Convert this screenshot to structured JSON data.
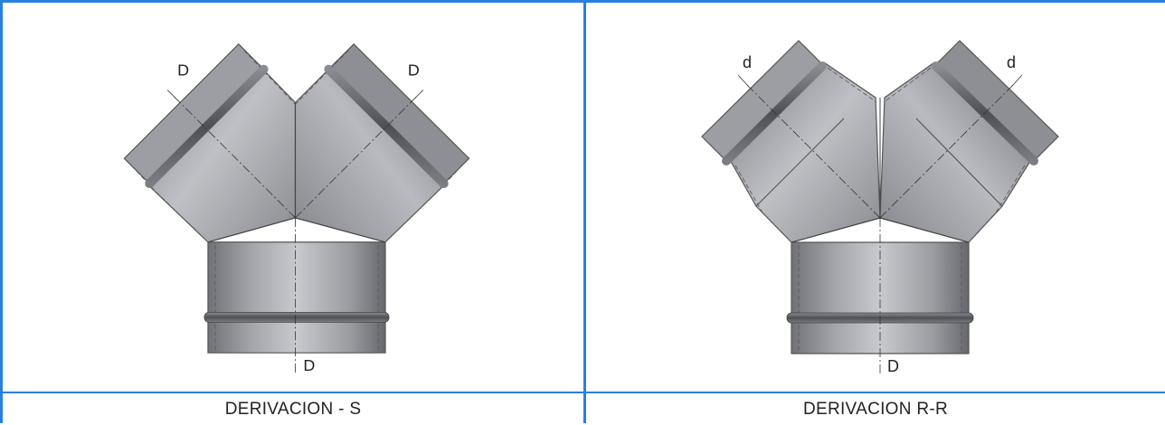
{
  "panels": [
    {
      "caption": "DERIVACION - S",
      "labels": {
        "top_left": "D",
        "top_right": "D",
        "bottom": "D"
      }
    },
    {
      "caption": "DERIVACION R-R",
      "labels": {
        "top_left": "d",
        "top_right": "d",
        "bottom": "D"
      }
    }
  ],
  "colors": {
    "border": "#2a7fe0",
    "metal_dark": "#6e7076",
    "metal_light": "#c9cacf"
  }
}
